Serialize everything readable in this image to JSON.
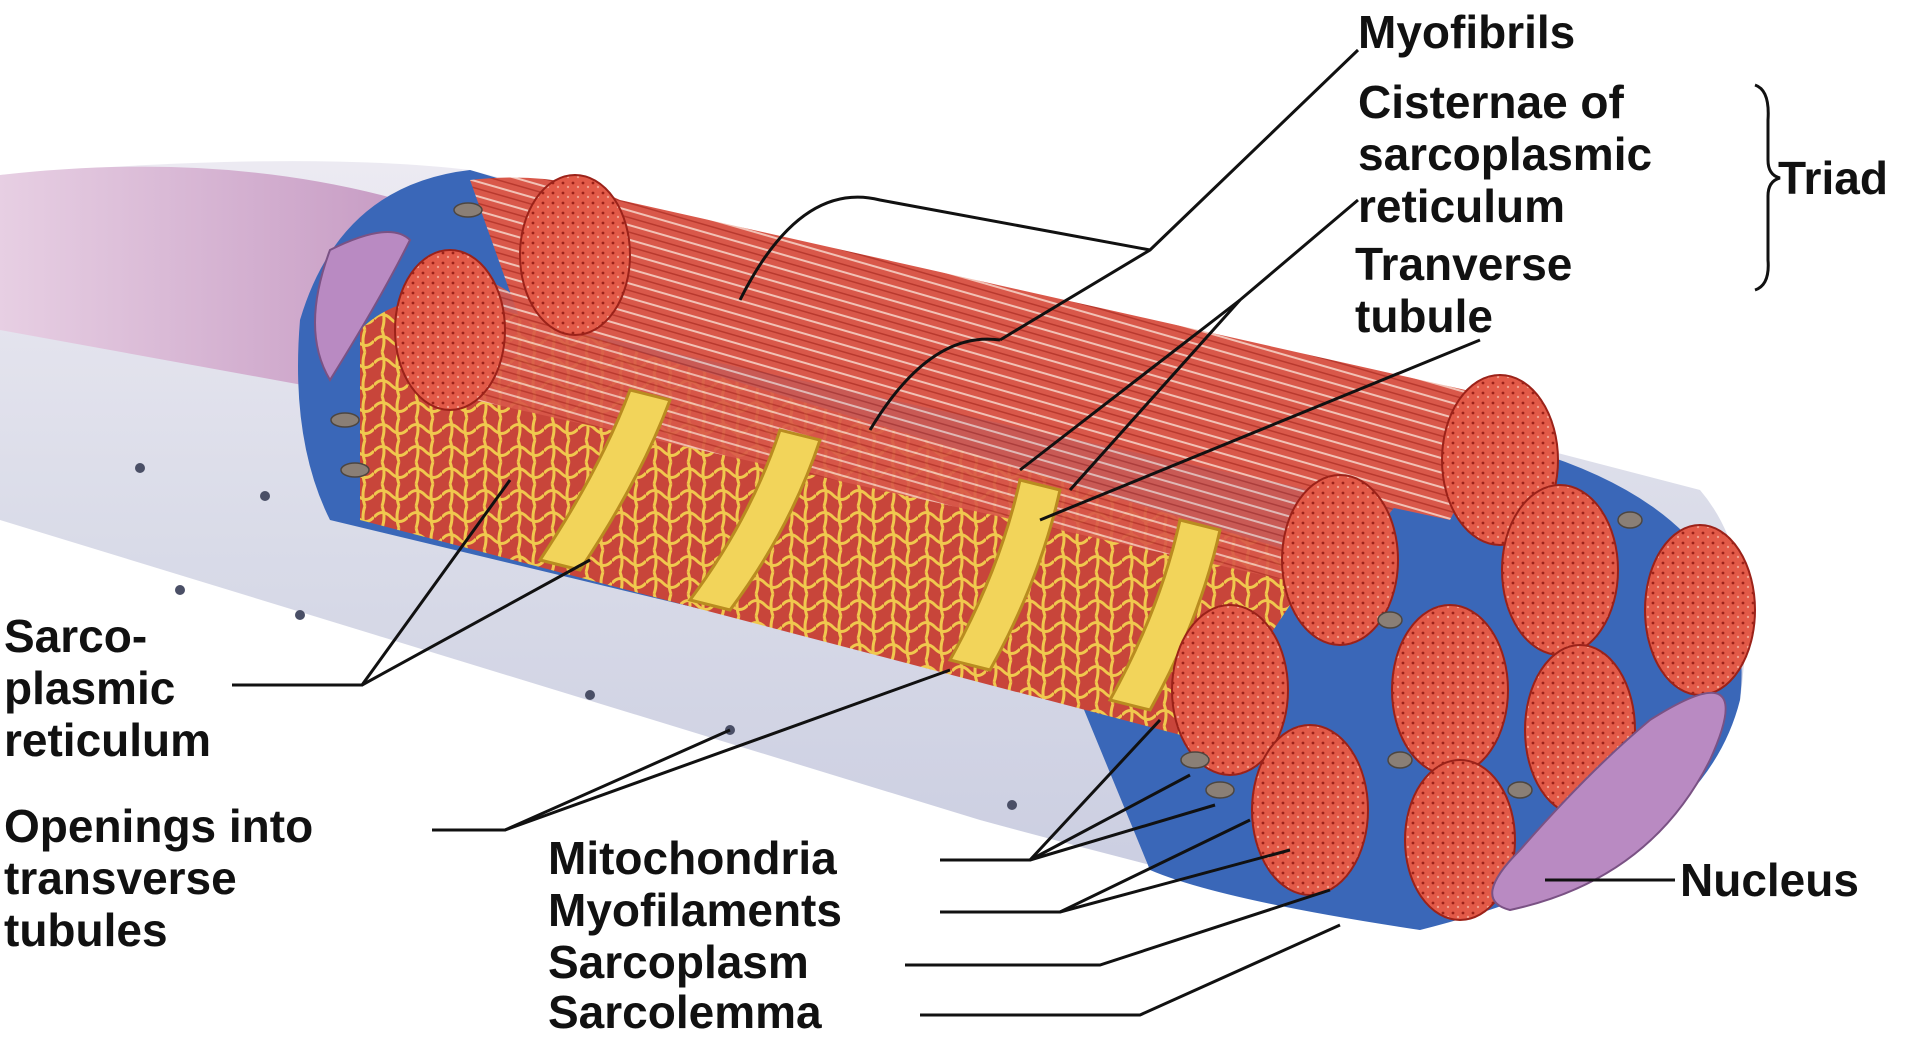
{
  "labels": {
    "myofibrils": "Myofibrils",
    "cisternae": [
      "Cisternae of",
      "sarcoplasmic",
      "reticulum"
    ],
    "triad": "Triad",
    "transverse_tubule": [
      "Tranverse",
      "tubule"
    ],
    "sarcoplasmic_reticulum": [
      "Sarco-",
      "plasmic",
      "reticulum"
    ],
    "openings": [
      "Openings into",
      "transverse",
      "tubules"
    ],
    "mitochondria": "Mitochondria",
    "myofilaments": "Myofilaments",
    "sarcoplasm": "Sarcoplasm",
    "sarcolemma": "Sarcolemma",
    "nucleus": "Nucleus"
  },
  "colors": {
    "sarcolemma": "#d9dbe8",
    "sarcoplasm": "#3a67b8",
    "myofibril": "#d9584a",
    "myofibril_end": "#e0503f",
    "sr_network": "#e6c04a",
    "t_tubule": "#f2d45a",
    "nucleus": "#b98ac2",
    "mitochondria": "#8a7f76",
    "leader_line": "#111111"
  }
}
